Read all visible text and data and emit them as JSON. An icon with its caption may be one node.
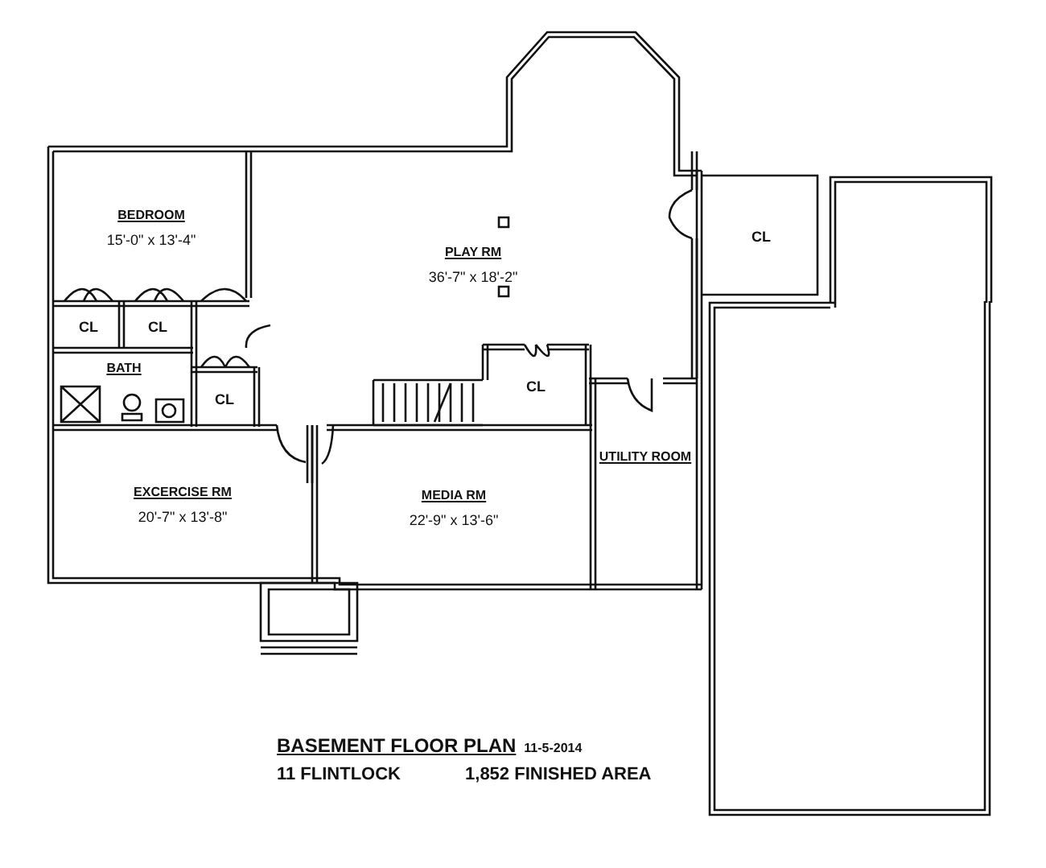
{
  "diagram": {
    "title": "BASEMENT FLOOR PLAN",
    "nodes": [
      {
        "text": [
          "BEDROOM",
          "15'-0\" x 13'-4\""
        ]
      },
      {
        "text": [
          "PLAY RM",
          "36'-7\" x 18'-2\""
        ]
      },
      {
        "text": [
          "CL"
        ]
      },
      {
        "text": [
          "CL"
        ]
      },
      {
        "text": [
          "BATH"
        ]
      },
      {
        "text": [
          "CL"
        ]
      },
      {
        "text": [
          "CL"
        ]
      },
      {
        "text": [
          "CL"
        ]
      },
      {
        "text": [
          "UTILITY ROOM"
        ]
      },
      {
        "text": [
          "EXCERCISE RM",
          "20'-7\" x 13'-8\""
        ]
      },
      {
        "text": [
          "MEDIA RM",
          "22'-9\" x 13'-6\""
        ]
      },
      {
        "text": [],
        "shape": "box"
      }
    ],
    "edges": [],
    "labels": [
      "11-5-2014",
      "11 FLINTLOCK",
      "1,852 FINISHED AREA"
    ]
  }
}
